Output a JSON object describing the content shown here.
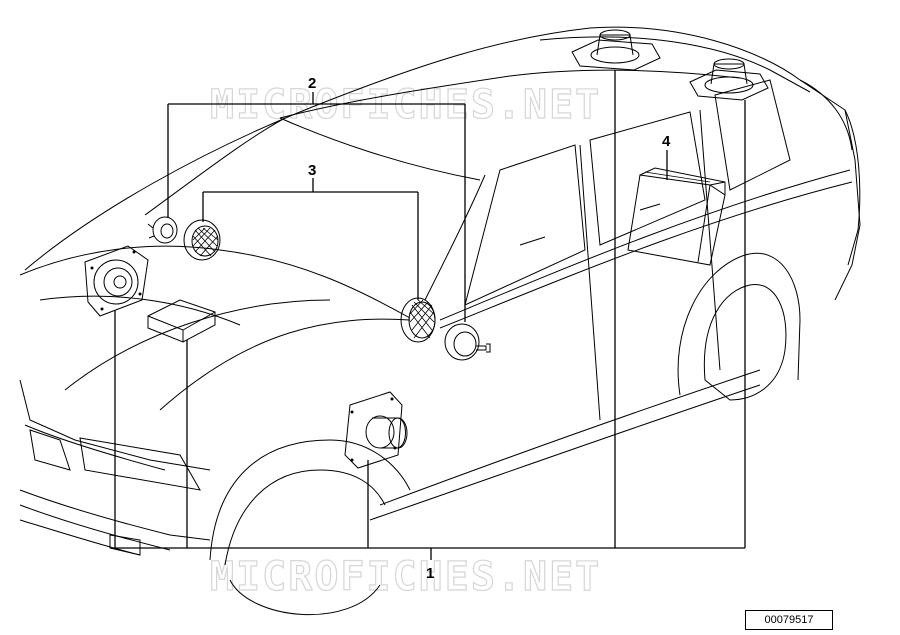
{
  "watermark": {
    "text": "MICROFICHES.NET"
  },
  "callouts": {
    "c1": "1",
    "c2": "2",
    "c3": "3",
    "c4": "4"
  },
  "part_number": "00079517",
  "colors": {
    "line": "#000000",
    "watermark": "#d6d6d6",
    "background": "#ffffff"
  }
}
